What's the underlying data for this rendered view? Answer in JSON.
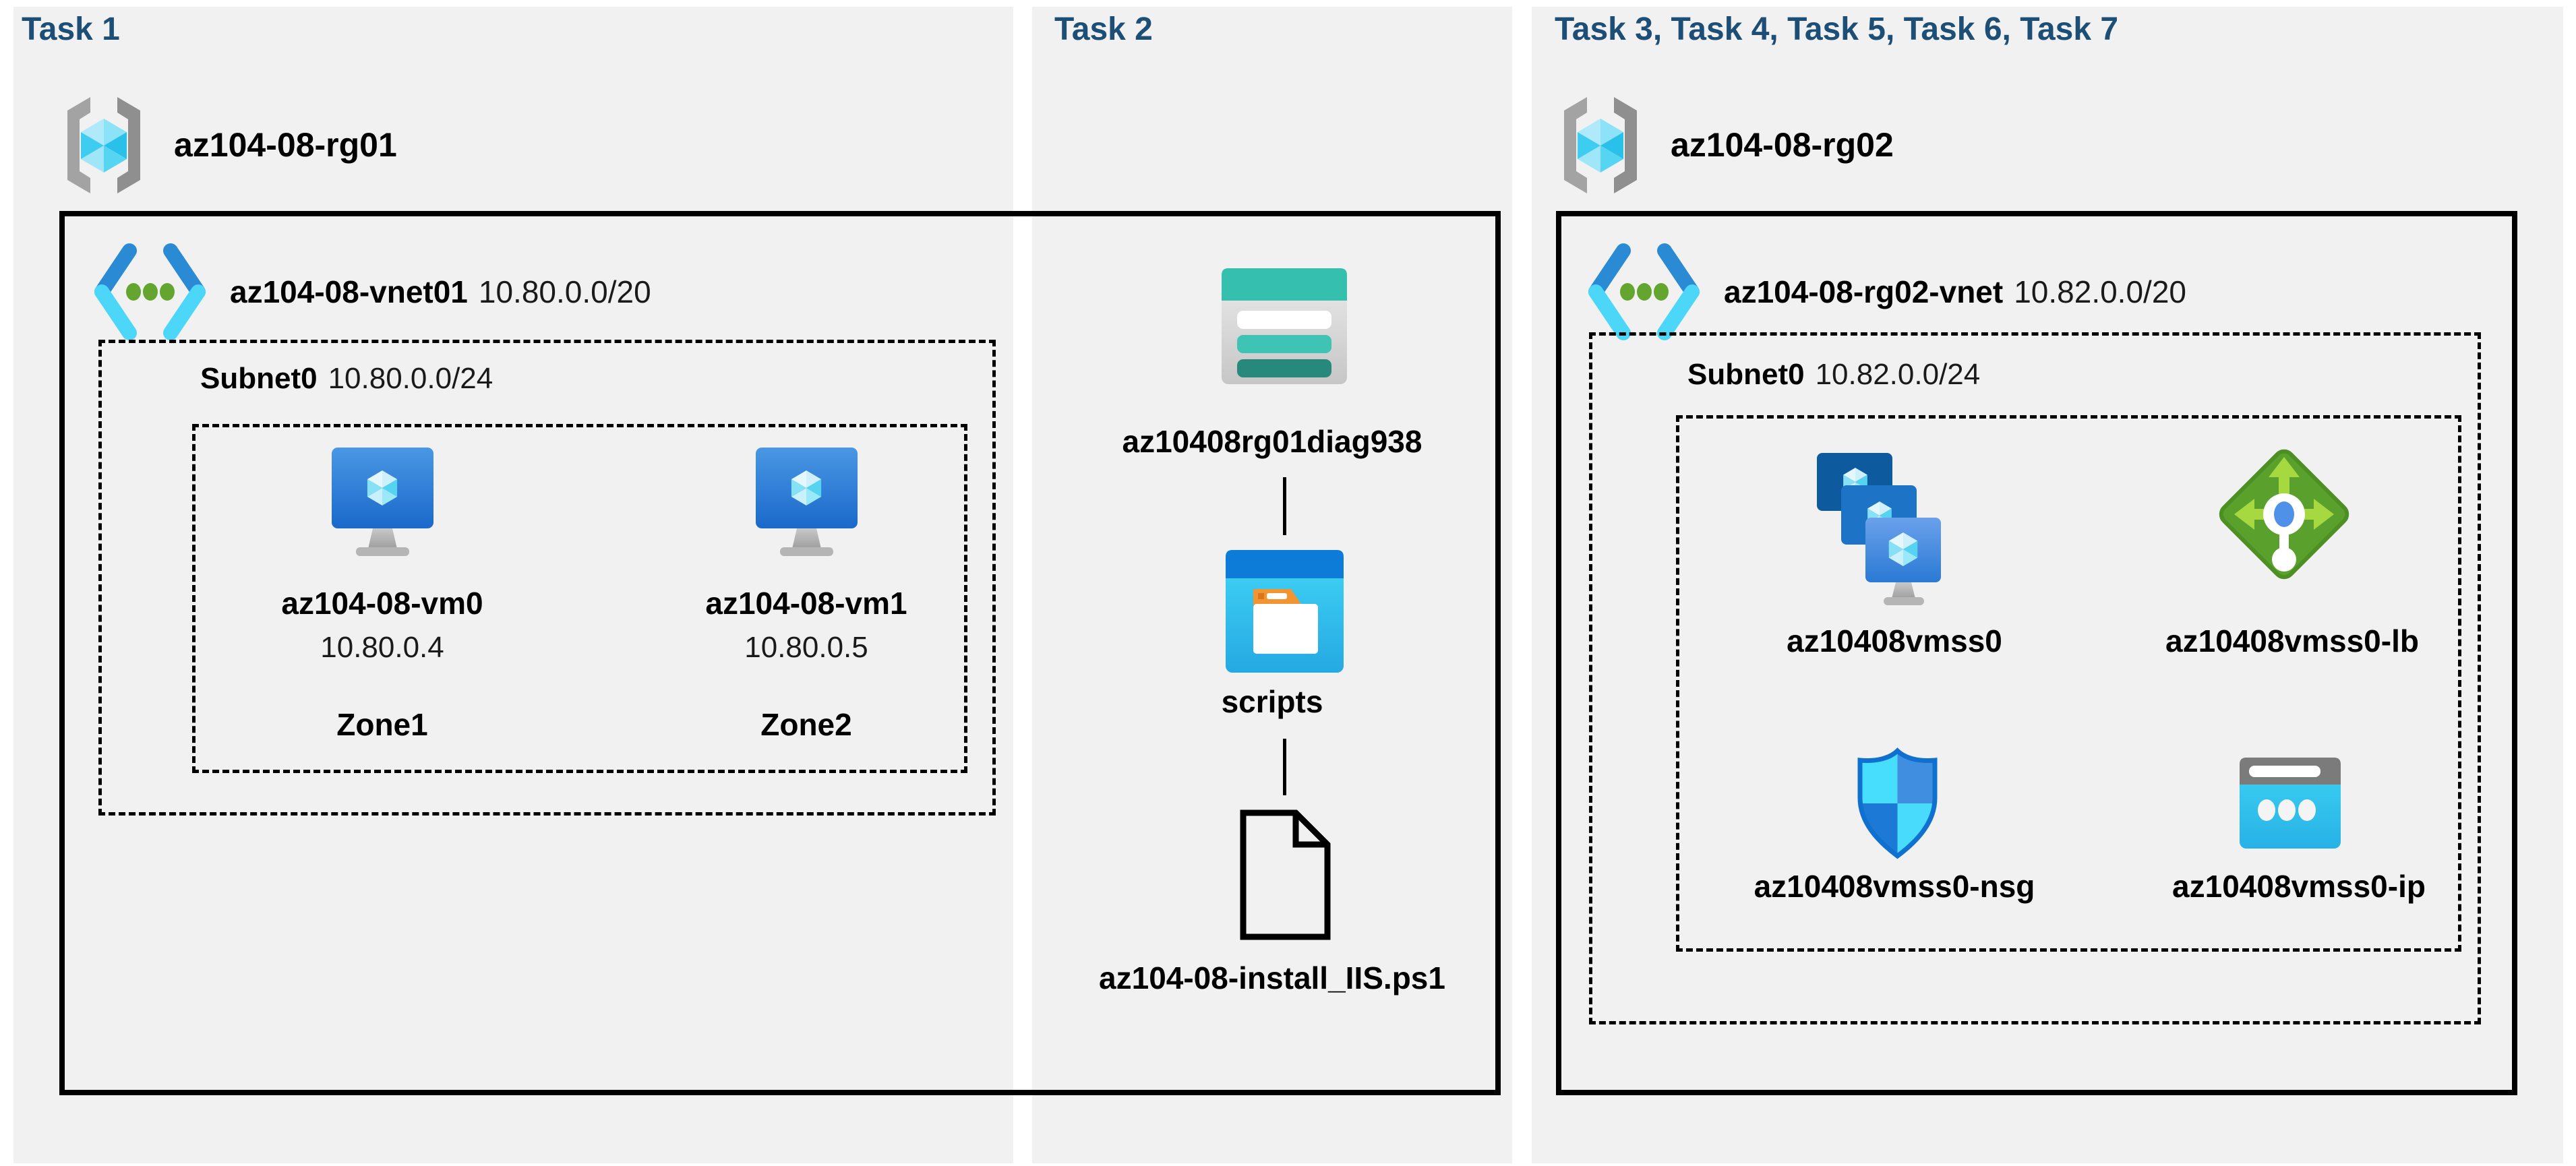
{
  "panels": {
    "task1": {
      "title": "Task 1",
      "resource_group": "az104-08-rg01",
      "vnet_name": "az104-08-vnet01",
      "vnet_cidr": "10.80.0.0/20",
      "subnet_name": "Subnet0",
      "subnet_cidr": "10.80.0.0/24",
      "vms": [
        {
          "name": "az104-08-vm0",
          "ip": "10.80.0.4",
          "zone": "Zone1",
          "icon": "virtual-machine-icon"
        },
        {
          "name": "az104-08-vm1",
          "ip": "10.80.0.5",
          "zone": "Zone2",
          "icon": "virtual-machine-icon"
        }
      ]
    },
    "task2": {
      "title": "Task 2",
      "storage_account": {
        "name": "az10408rg01diag938",
        "icon": "storage-account-icon"
      },
      "container": {
        "name": "scripts",
        "icon": "blob-container-icon"
      },
      "file": {
        "name": "az104-08-install_IIS.ps1",
        "icon": "document-icon"
      }
    },
    "task3": {
      "title": "Task 3, Task 4, Task 5, Task 6, Task 7",
      "resource_group": "az104-08-rg02",
      "vnet_name": "az104-08-rg02-vnet",
      "vnet_cidr": "10.82.0.0/20",
      "subnet_name": "Subnet0",
      "subnet_cidr": "10.82.0.0/24",
      "resources": [
        {
          "name": "az10408vmss0",
          "icon": "vm-scale-set-icon"
        },
        {
          "name": "az10408vmss0-lb",
          "icon": "load-balancer-icon"
        },
        {
          "name": "az10408vmss0-nsg",
          "icon": "network-security-group-icon"
        },
        {
          "name": "az10408vmss0-ip",
          "icon": "public-ip-icon"
        }
      ]
    }
  },
  "colors": {
    "task_title": "#1d4e75",
    "panel_background": "#f1f1f2",
    "outline_black": "#000000",
    "storage_teal": "#35bfae",
    "load_balancer_green": "#59a02c",
    "folder_orange": "#f29530",
    "vm_blue": "#1a69cb",
    "cyan_accent": "#3fd3f3"
  }
}
